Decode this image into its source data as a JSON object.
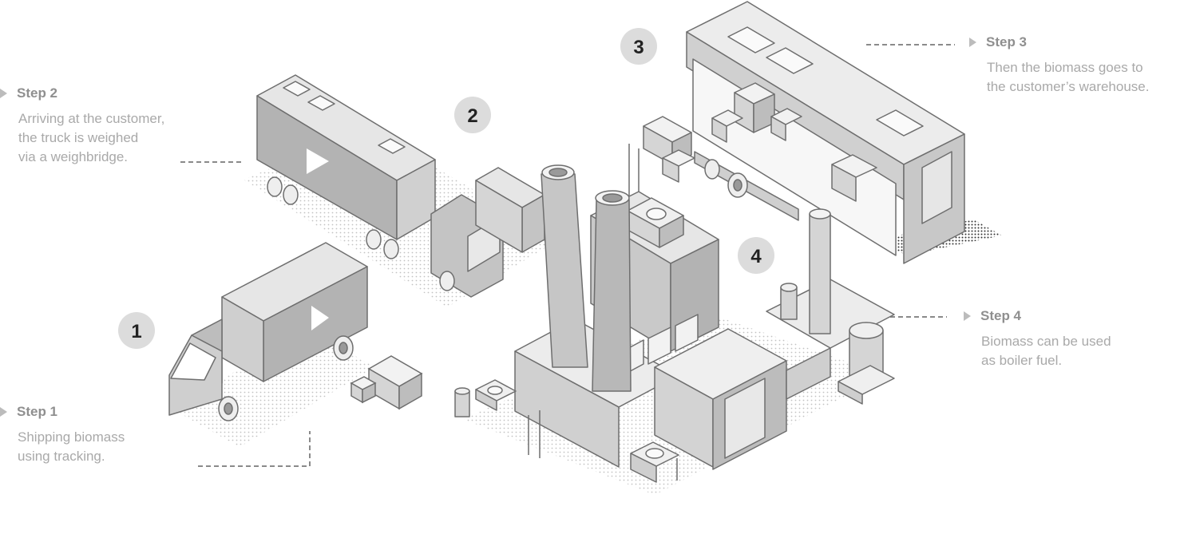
{
  "steps": [
    {
      "label": "Step 1",
      "description": "Shipping biomass\nusing tracking.",
      "number": "1"
    },
    {
      "label": "Step 2",
      "description": "Arriving at the customer,\nthe truck is weighed\nvia a weighbridge.",
      "number": "2"
    },
    {
      "label": "Step 3",
      "description": "Then the biomass goes to\nthe customer’s warehouse.",
      "number": "3"
    },
    {
      "label": "Step 4",
      "description": "Biomass can be used\nas boiler fuel.",
      "number": "4"
    }
  ],
  "icons": {
    "step_marker": "triangle-right-icon",
    "truck_logo": "play-chevron-logo-icon"
  },
  "colors": {
    "illustration_gray": "#b5b5b5",
    "illustration_light": "#dcdcdc",
    "outline": "#6e6e6e",
    "text_muted": "#a9a9a9",
    "title_muted": "#8f8f8f",
    "badge_fill": "#dcdcdc",
    "badge_text": "#222222"
  }
}
